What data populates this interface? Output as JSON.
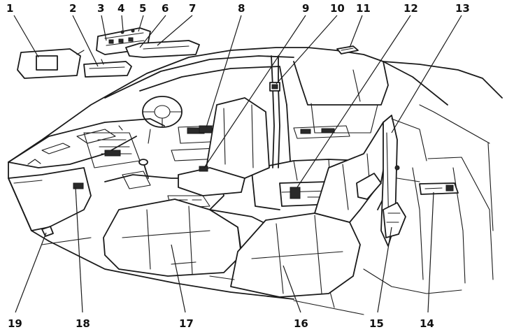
{
  "callouts": [
    {
      "id": "1",
      "label": "1"
    },
    {
      "id": "2",
      "label": "2"
    },
    {
      "id": "3",
      "label": "3"
    },
    {
      "id": "4",
      "label": "4"
    },
    {
      "id": "5",
      "label": "5"
    },
    {
      "id": "6",
      "label": "6"
    },
    {
      "id": "7",
      "label": "7"
    },
    {
      "id": "8",
      "label": "8"
    },
    {
      "id": "9",
      "label": "9"
    },
    {
      "id": "10",
      "label": "10"
    },
    {
      "id": "11",
      "label": "11"
    },
    {
      "id": "12",
      "label": "12"
    },
    {
      "id": "13",
      "label": "13"
    },
    {
      "id": "14",
      "label": "14"
    },
    {
      "id": "15",
      "label": "15"
    },
    {
      "id": "16",
      "label": "16"
    },
    {
      "id": "17",
      "label": "17"
    },
    {
      "id": "18",
      "label": "18"
    },
    {
      "id": "19",
      "label": "19"
    }
  ],
  "colors": {
    "ink": "#1a1a1a",
    "paper": "#ffffff"
  }
}
